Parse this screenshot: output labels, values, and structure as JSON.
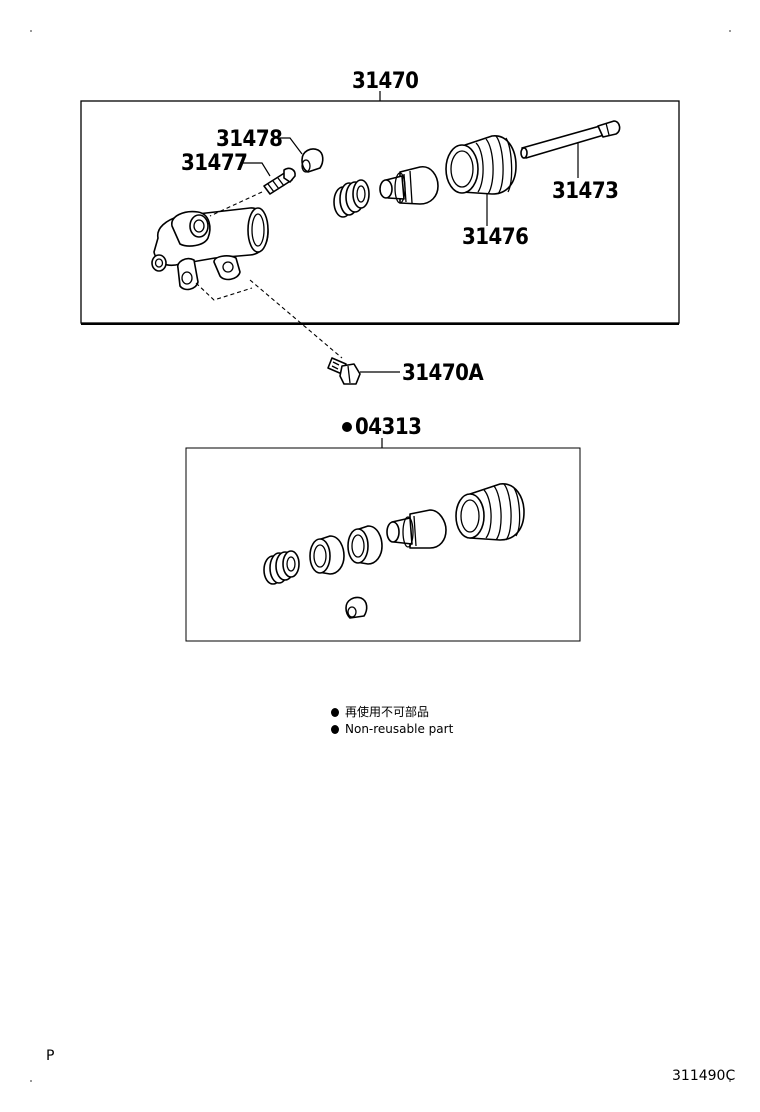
{
  "assembly": {
    "main_part_number": "31470",
    "callouts": {
      "cap": "31478",
      "bleeder": "31477",
      "rod": "31473",
      "boot": "31476",
      "bolt": "31470A"
    }
  },
  "kit": {
    "part_number": "04313",
    "marker": "non-reusable"
  },
  "legend": {
    "items": [
      {
        "symbol": "dot",
        "text_ja": "再使用不可部品"
      },
      {
        "symbol": "dot",
        "text_en": "Non-reusable part"
      }
    ]
  },
  "footer": {
    "page_letter": "P",
    "figure_code": "311490C"
  }
}
